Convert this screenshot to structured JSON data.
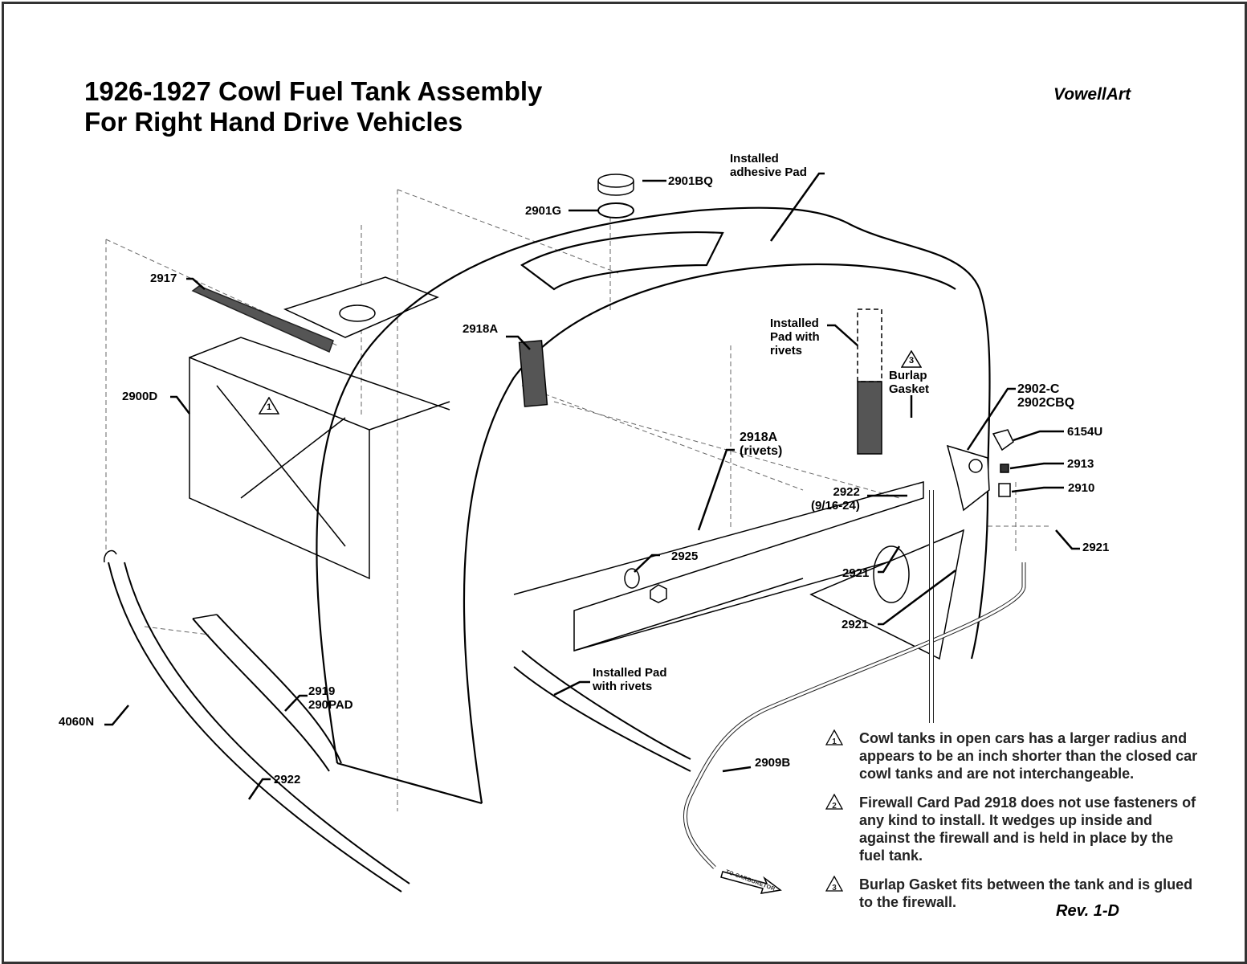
{
  "header": {
    "title_line1": "1926-1927 Cowl Fuel Tank Assembly",
    "title_line2": "For Right Hand Drive Vehicles",
    "brand": "VowellArt"
  },
  "part_labels": {
    "p2901BQ": "2901BQ",
    "p2901G": "2901G",
    "installed_adhesive_pad_line1": "Installed",
    "installed_adhesive_pad_line2": "adhesive Pad",
    "p2917": "2917",
    "p2918A_top": "2918A",
    "p2900D": "2900D",
    "installed_pad_rivets_line1": "Installed",
    "installed_pad_rivets_line2": "Pad with",
    "installed_pad_rivets_line3": "rivets",
    "burlap_line1": "Burlap",
    "burlap_line2": "Gasket",
    "p2902C": "2902-C",
    "p2902CBQ": "2902CBQ",
    "p6154U": "6154U",
    "p2913": "2913",
    "p2910": "2910",
    "p2921_right": "2921",
    "p2918A_rivets_line1": "2918A",
    "p2918A_rivets_line2": "(rivets)",
    "p2922_mid_line1": "2922",
    "p2922_mid_line2": "(9/16-24)",
    "p2925": "2925",
    "p2921_mid1": "2921",
    "p2921_mid2": "2921",
    "installed_pad_bottom_line1": "Installed Pad",
    "installed_pad_bottom_line2": "with rivets",
    "p2919": "2919",
    "p290PAD": "290PAD",
    "p4060N": "4060N",
    "p2922_bottom": "2922",
    "p2909B": "2909B",
    "to_carburetor": "TO CARBURETOR"
  },
  "callouts": {
    "c1": "1",
    "c3": "3"
  },
  "notes": [
    {
      "marker": "1",
      "text": "Cowl tanks in open cars has a larger radius and appears to be an inch shorter than the closed car cowl tanks and are not interchangeable."
    },
    {
      "marker": "2",
      "text": "Firewall Card Pad 2918 does not use fasteners of any kind to install. It wedges up inside and against the firewall and is held in place by the fuel tank."
    },
    {
      "marker": "3",
      "text": "Burlap Gasket fits between the tank and is glued to the firewall."
    }
  ],
  "revision": "Rev. 1-D"
}
